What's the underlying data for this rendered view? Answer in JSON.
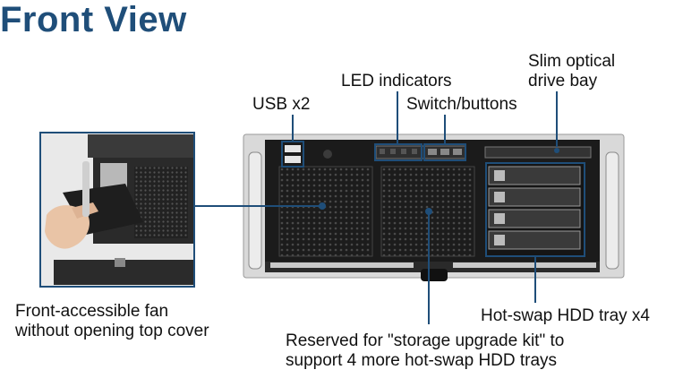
{
  "title": "Front View",
  "labels": {
    "usb": "USB x2",
    "led": "LED indicators",
    "switch": "Switch/buttons",
    "slim_line1": "Slim optical",
    "slim_line2": "drive bay",
    "fan_line1": "Front-accessible fan",
    "fan_line2": "without opening top cover",
    "reserved_line1": "Reserved for \"storage upgrade kit\" to",
    "reserved_line2": "support 4 more hot-swap HDD trays",
    "hdd": "Hot-swap HDD tray x4"
  },
  "colors": {
    "title": "#1f4e79",
    "callout": "#1f4e79",
    "chassis": "#d6d6d6",
    "panel": "#1a1a1a"
  }
}
